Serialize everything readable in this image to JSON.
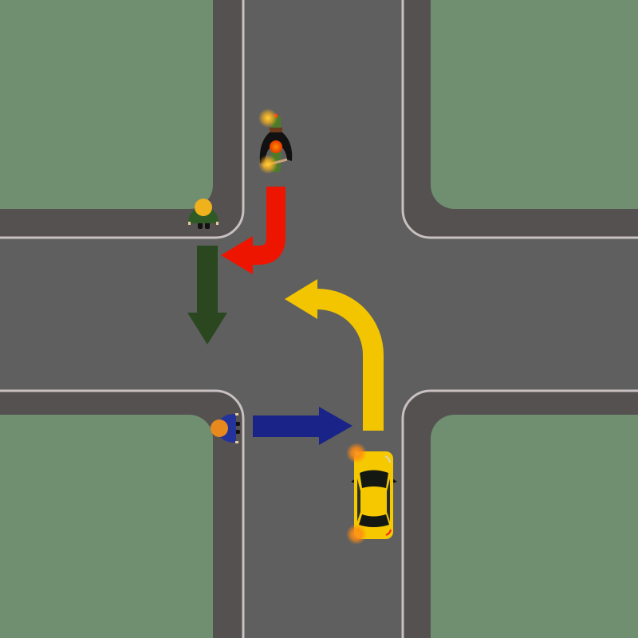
{
  "scene": {
    "type": "road-intersection-top-view",
    "colors": {
      "grass": "#6f8f70",
      "sidewalk": "#555151",
      "road": "#5f5f5f",
      "curb": "#c9c1c1"
    }
  },
  "arrows": [
    {
      "id": "red-turn-arrow",
      "color": "#ee1500",
      "direction": "down-then-left"
    },
    {
      "id": "green-straight-arrow",
      "color": "#2a4720",
      "direction": "down"
    },
    {
      "id": "blue-straight-arrow",
      "color": "#1a2488",
      "direction": "right"
    },
    {
      "id": "yellow-turn-arrow",
      "color": "#f2c500",
      "direction": "up-then-left"
    }
  ],
  "road_users": [
    {
      "id": "motorcycle",
      "icon": "motorcycle-icon",
      "indicator": "left-blinker"
    },
    {
      "id": "pedestrian-green",
      "icon": "pedestrian-icon",
      "shirt": "#2f5a26",
      "head": "#f0b21c"
    },
    {
      "id": "pedestrian-blue",
      "icon": "pedestrian-icon",
      "shirt": "#23339a",
      "head": "#e8891e"
    },
    {
      "id": "car",
      "icon": "car-icon",
      "body": "#f5c800",
      "indicator": "left-blinker"
    }
  ]
}
